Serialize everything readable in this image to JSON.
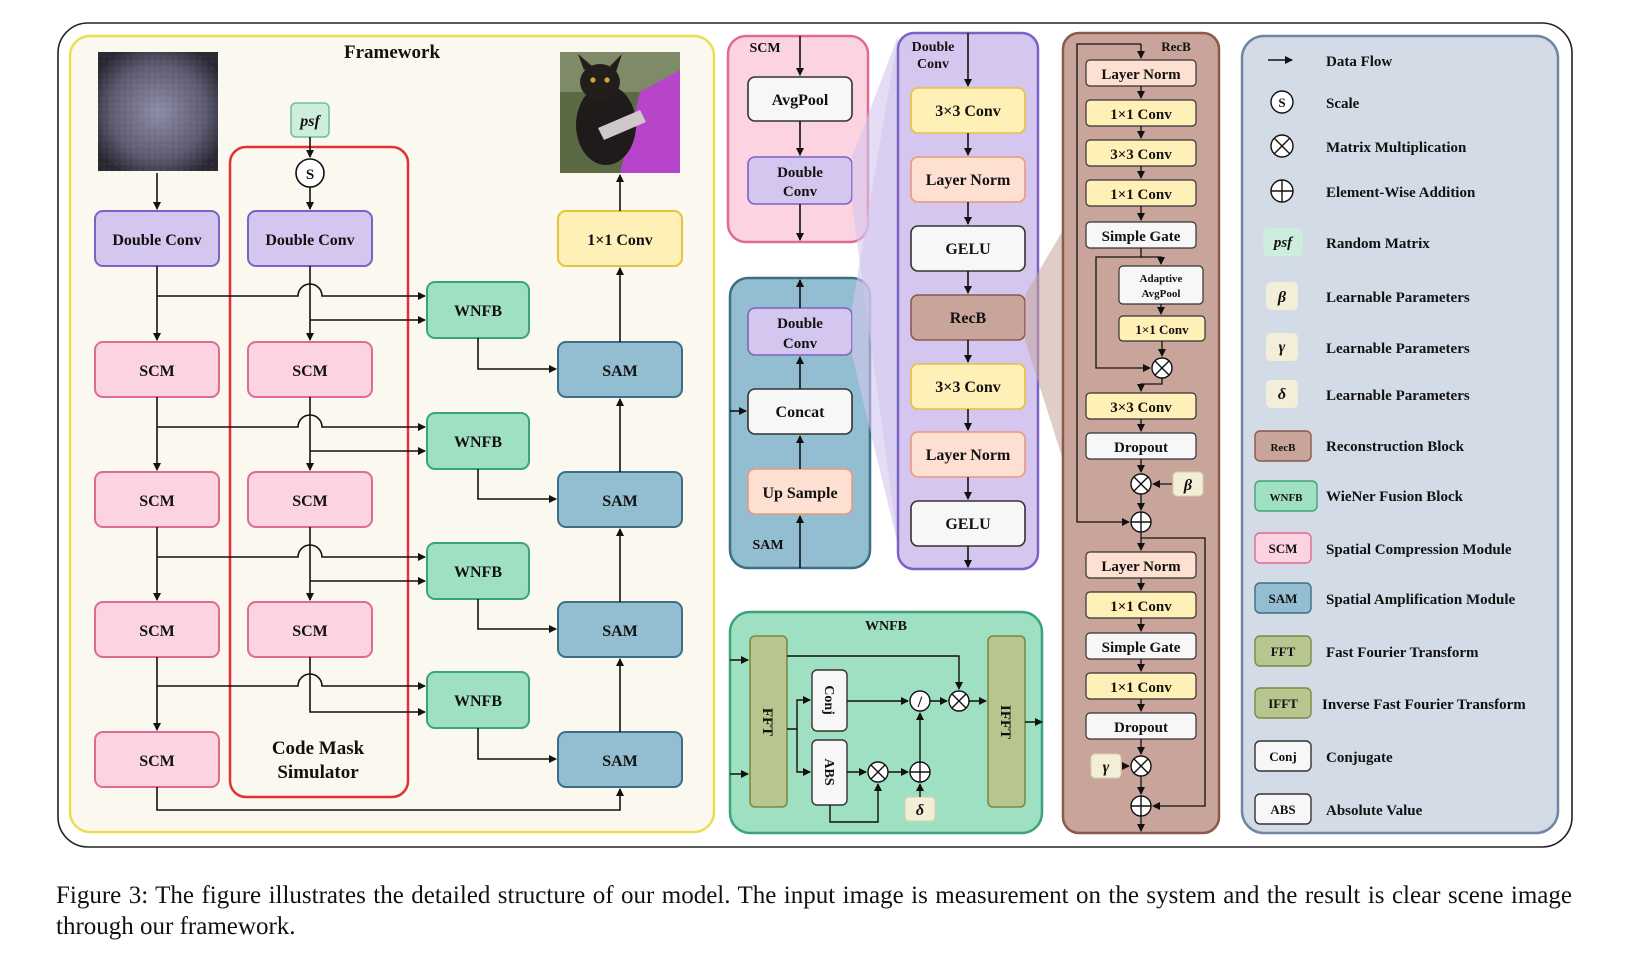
{
  "colors": {
    "double_conv": "#d4c6ef",
    "double_conv_stroke": "#7b63c4",
    "scm": "#fbd3e1",
    "scm_stroke": "#de6b91",
    "wnfb": "#9fe0c3",
    "wnfb_stroke": "#3aa57a",
    "sam": "#93bdd0",
    "sam_stroke": "#3c6e86",
    "conv1": "#fff0b8",
    "conv1_stroke": "#e5c33a",
    "layer_norm": "#fde0d2",
    "layer_norm_stroke": "#e89a7a",
    "recb": "#c8a49a",
    "recb_stroke": "#8a5a4e",
    "fft": "#b7c58f",
    "fft_stroke": "#7b8a45",
    "param": "#f3eed8",
    "psf": "#cdeedd",
    "framework_bg": "#fbf9ef",
    "framework_stroke": "#eadf4f",
    "legend_bg": "#d3dbe6",
    "legend_stroke": "#6f87a5",
    "mask_stroke": "#e0303a"
  },
  "framework": {
    "title": "Framework",
    "psf": "psf",
    "scale_symbol": "S",
    "double_conv": "Double Conv",
    "scm": "SCM",
    "wnfb": "WNFB",
    "sam": "SAM",
    "conv1x1": "1×1 Conv",
    "mask_label_line1": "Code Mask",
    "mask_label_line2": "Simulator"
  },
  "scm_detail": {
    "title": "SCM",
    "avgpool": "AvgPool",
    "double_conv_line1": "Double",
    "double_conv_line2": "Conv"
  },
  "sam_detail": {
    "title": "SAM",
    "double_conv_line1": "Double",
    "double_conv_line2": "Conv",
    "concat": "Concat",
    "up_sample": "Up Sample"
  },
  "doubleconv_detail": {
    "title_line1": "Double",
    "title_line2": "Conv",
    "blocks": [
      "3×3 Conv",
      "Layer Norm",
      "GELU",
      "RecB",
      "3×3 Conv",
      "Layer Norm",
      "GELU"
    ]
  },
  "recb_detail": {
    "title": "RecB",
    "blocks_top": [
      "Layer Norm",
      "1×1 Conv",
      "3×3 Conv",
      "1×1 Conv",
      "Simple Gate"
    ],
    "adaptive_line1": "Adaptive",
    "adaptive_line2": "AvgPool",
    "conv_side": "1×1 Conv",
    "blocks_mid": [
      "3×3 Conv",
      "Dropout"
    ],
    "beta": "β",
    "blocks_bottom": [
      "Layer Norm",
      "1×1 Conv",
      "Simple Gate",
      "1×1 Conv",
      "Dropout"
    ],
    "gamma": "γ"
  },
  "wnfb_detail": {
    "title": "WNFB",
    "fft": "FFT",
    "ifft": "IFFT",
    "conj": "Conj",
    "abs": "ABS",
    "divide": "/",
    "delta": "δ"
  },
  "legend": {
    "items": [
      {
        "icon": "arrow-icon",
        "label": "Data Flow"
      },
      {
        "icon": "scale-icon",
        "symbol": "S",
        "label": "Scale"
      },
      {
        "icon": "matmul-icon",
        "label": "Matrix Multiplication"
      },
      {
        "icon": "add-icon",
        "label": "Element-Wise Addition"
      },
      {
        "icon": "psf-icon",
        "symbol": "psf",
        "label": "Random Matrix"
      },
      {
        "icon": "beta-icon",
        "symbol": "β",
        "label": "Learnable Parameters"
      },
      {
        "icon": "gamma-icon",
        "symbol": "γ",
        "label": "Learnable Parameters"
      },
      {
        "icon": "delta-icon",
        "symbol": "δ",
        "label": "Learnable Parameters"
      },
      {
        "icon": "recb-swatch",
        "symbol": "RecB",
        "label": "Reconstruction Block"
      },
      {
        "icon": "wnfb-swatch",
        "symbol": "WNFB",
        "label": "WieNer Fusion Block"
      },
      {
        "icon": "scm-swatch",
        "symbol": "SCM",
        "label": "Spatial Compression Module"
      },
      {
        "icon": "sam-swatch",
        "symbol": "SAM",
        "label": "Spatial Amplification Module"
      },
      {
        "icon": "fft-swatch",
        "symbol": "FFT",
        "label": "Fast Fourier Transform"
      },
      {
        "icon": "ifft-swatch",
        "symbol": "IFFT",
        "label": "Inverse Fast Fourier Transform"
      },
      {
        "icon": "conj-swatch",
        "symbol": "Conj",
        "label": "Conjugate"
      },
      {
        "icon": "abs-swatch",
        "symbol": "ABS",
        "label": "Absolute Value"
      }
    ]
  },
  "caption": "Figure 3: The figure illustrates the detailed structure of our model. The input image is measurement on the system and the result is clear scene image through our framework."
}
